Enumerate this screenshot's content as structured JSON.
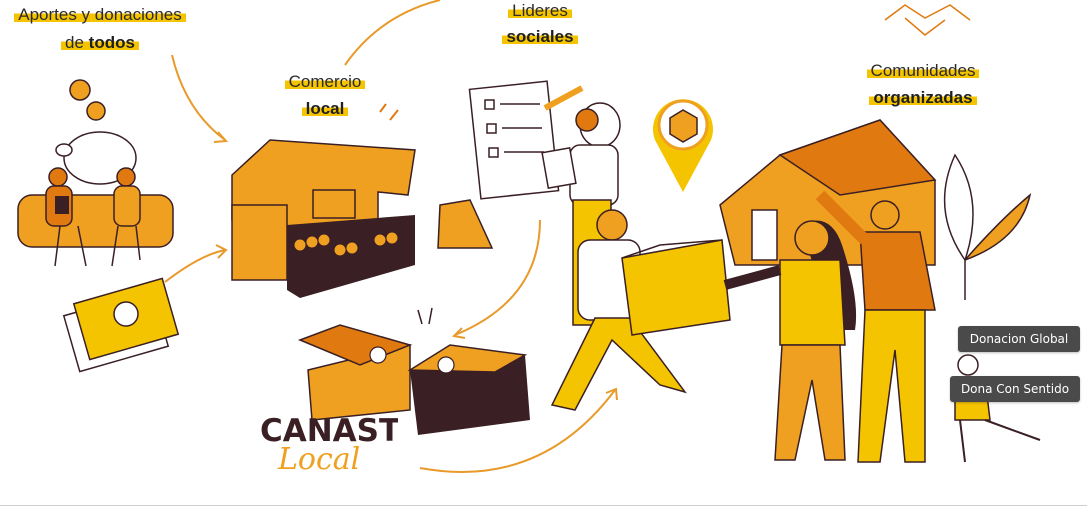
{
  "labels": {
    "aportes_line1": "Aportes y donaciones",
    "aportes_line2_pre": "de ",
    "aportes_line2_bold": "todos",
    "comercio_line1": "Comercio",
    "comercio_line2": "local",
    "lideres_line1": "Lideres",
    "lideres_line2": "sociales",
    "comunidades_line1": "Comunidades",
    "comunidades_line2": "organizadas"
  },
  "logo": {
    "word1": "CANASTA",
    "word2": "Local"
  },
  "buttons": {
    "donacion_global": "Donacion Global",
    "dona_con_sentido": "Dona Con Sentido"
  },
  "colors": {
    "yellow": "#f5c400",
    "orange": "#f0a020",
    "dark_orange": "#e07a10",
    "dark": "#3a1f24",
    "button_bg": "#4a4a4a"
  }
}
